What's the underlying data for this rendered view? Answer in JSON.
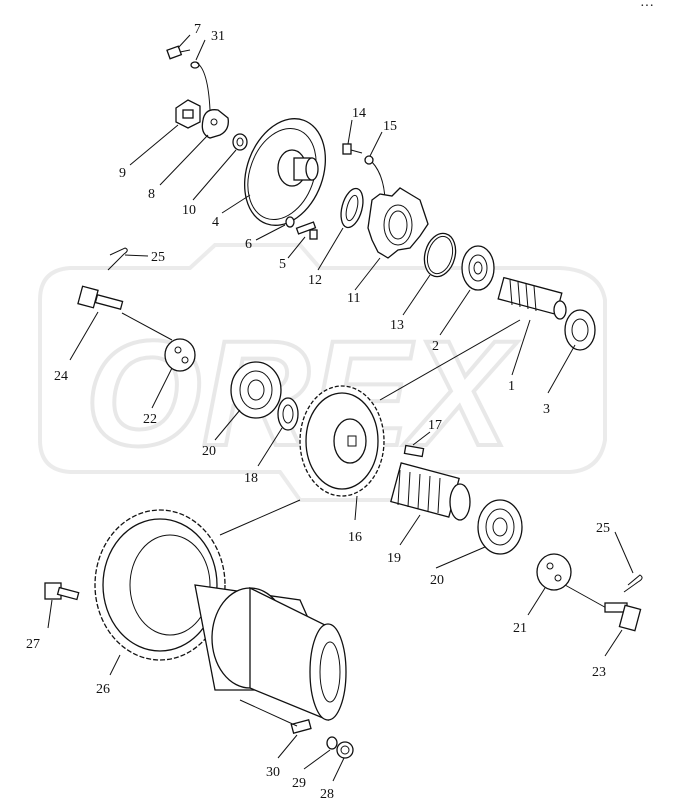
{
  "watermark": "OREX",
  "corner_mark": "···",
  "labels": {
    "n1": "1",
    "n2": "2",
    "n3": "3",
    "n4": "4",
    "n5": "5",
    "n6": "6",
    "n7": "7",
    "n8": "8",
    "n9": "9",
    "n10": "10",
    "n11": "11",
    "n12": "12",
    "n13": "13",
    "n14": "14",
    "n15": "15",
    "n16": "16",
    "n17": "17",
    "n18": "18",
    "n19": "19",
    "n20a": "20",
    "n20b": "20",
    "n21": "21",
    "n22": "22",
    "n23": "23",
    "n24": "24",
    "n25a": "25",
    "n25b": "25",
    "n26": "26",
    "n27": "27",
    "n28": "28",
    "n29": "29",
    "n30": "30",
    "n31": "31"
  }
}
